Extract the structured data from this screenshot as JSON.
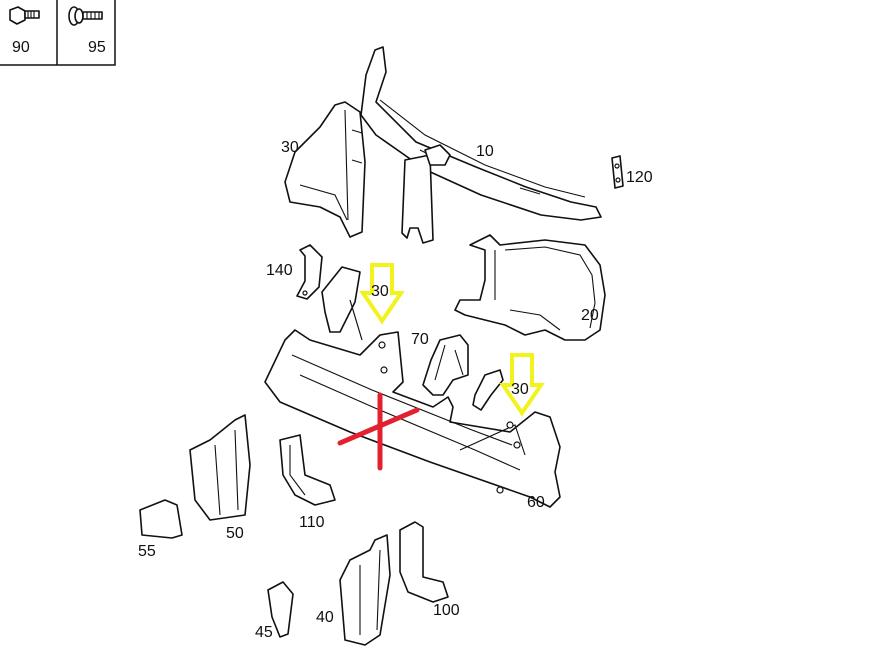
{
  "diagram": {
    "legend_box": [
      {
        "part": "90",
        "icon": "flange-bolt-icon"
      },
      {
        "part": "95",
        "icon": "collar-bolt-icon"
      }
    ],
    "part_labels": {
      "p30_bracket": "30",
      "p10_upper_carrier": "10",
      "p120_clip": "120",
      "p140_bracket": "140",
      "p30_arrow_left": "30",
      "p70_mount": "70",
      "p20_headlamp_support": "20",
      "p30_arrow_right": "30",
      "p60_crossmember": "60",
      "p50_side_panel": "50",
      "p110_bracket": "110",
      "p55_small_bracket": "55",
      "p45_clip": "45",
      "p40_side_panel": "40",
      "p100_bracket": "100"
    },
    "annotation_colors": {
      "arrow": "#f2f21c",
      "cross": "#e3202f"
    }
  }
}
